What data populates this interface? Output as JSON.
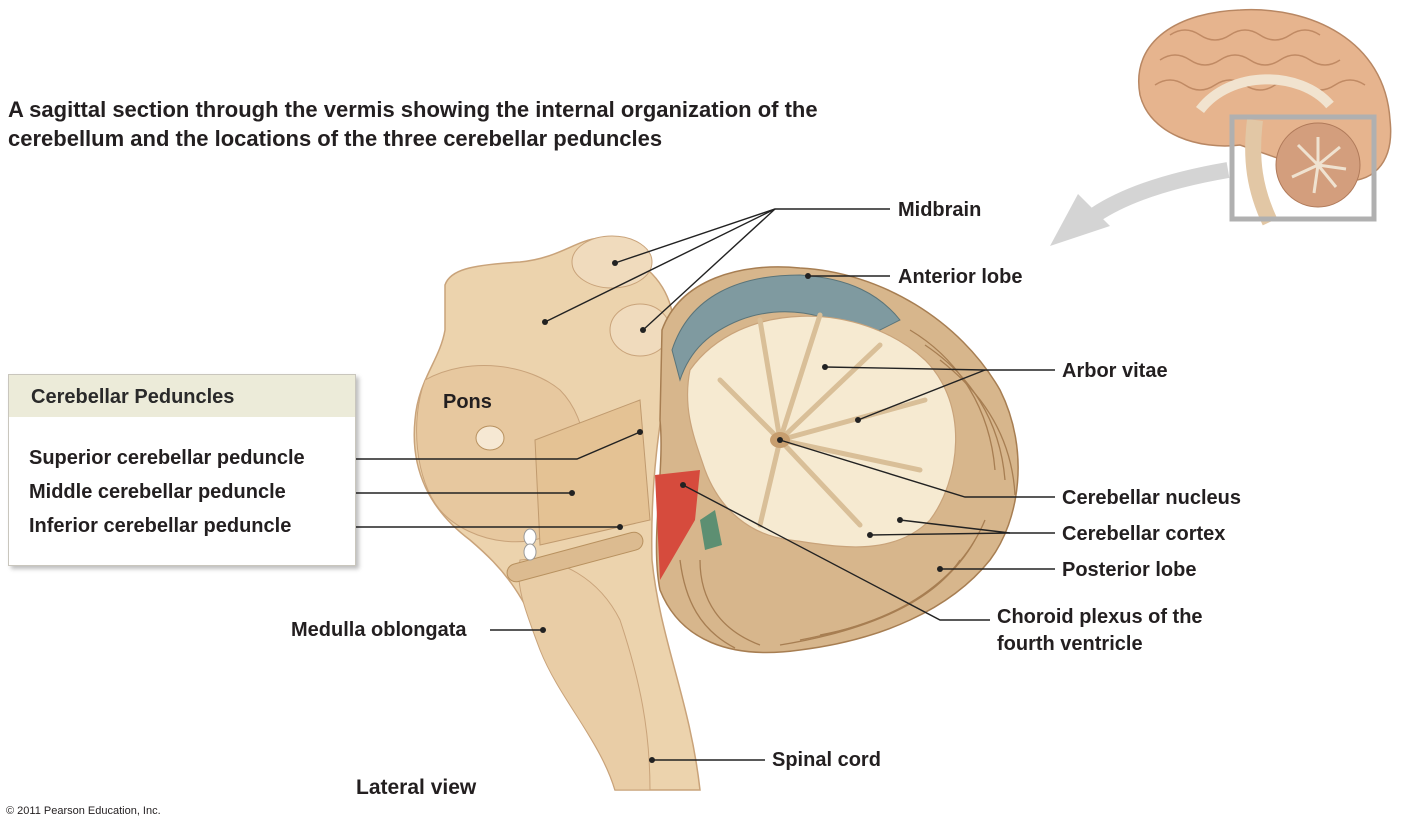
{
  "title": "A sagittal section through the vermis showing the internal organization of the cerebellum and the locations of the three cerebellar peduncles",
  "box": {
    "heading": "Cerebellar Peduncles",
    "items": [
      "Superior cerebellar peduncle",
      "Middle cerebellar peduncle",
      "Inferior cerebellar peduncle"
    ]
  },
  "labels": {
    "midbrain": "Midbrain",
    "anterior_lobe": "Anterior lobe",
    "arbor_vitae": "Arbor vitae",
    "pons": "Pons",
    "cerebellar_nucleus": "Cerebellar nucleus",
    "cerebellar_cortex": "Cerebellar cortex",
    "posterior_lobe": "Posterior lobe",
    "choroid_plexus": "Choroid plexus of the fourth ventricle",
    "medulla": "Medulla oblongata",
    "spinal_cord": "Spinal cord"
  },
  "view_label": "Lateral view",
  "copyright": "© 2011 Pearson Education, Inc.",
  "colors": {
    "brainstem": "#ecd3ad",
    "brainstem_shadow": "#c9a37a",
    "cerebellum": "#d7b68c",
    "folia_line": "#a77e52",
    "anterior_lobe": "#7f9aa0",
    "arbor_vitae": "#f6ead1",
    "choroid": "#d64b3d",
    "inset_box": "#b0b0b0",
    "arrow": "#d0d0d0"
  }
}
